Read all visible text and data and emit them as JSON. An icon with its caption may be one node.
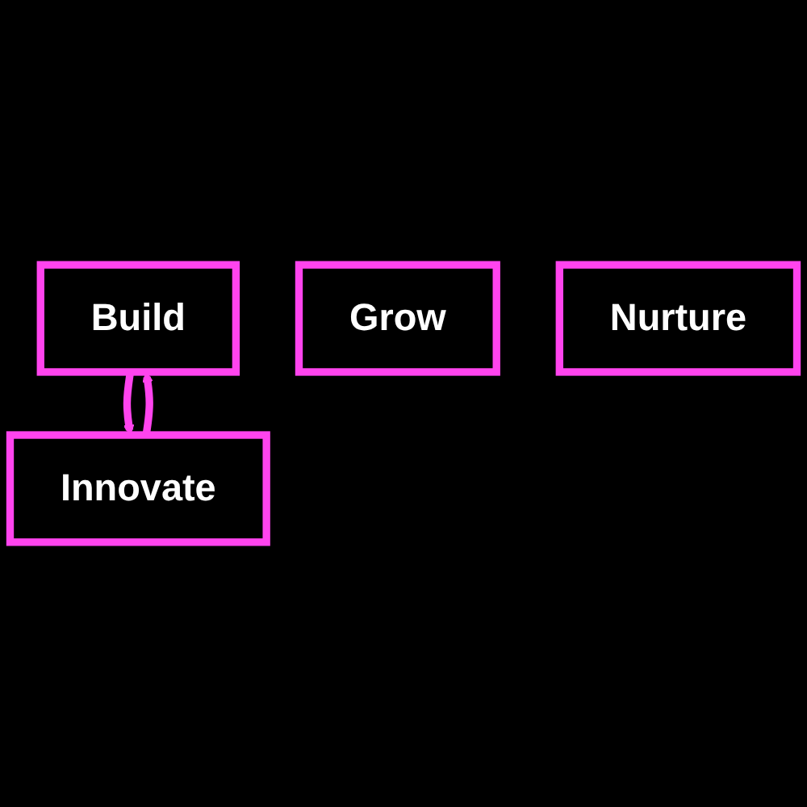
{
  "diagram": {
    "nodes": [
      {
        "text": [
          "Build"
        ]
      },
      {
        "text": [
          "Grow"
        ]
      },
      {
        "text": [
          "Nurture"
        ]
      },
      {
        "text": [
          "Innovate"
        ]
      }
    ],
    "edges": [
      {
        "from": 0,
        "to": 3,
        "arrow": "to"
      },
      {
        "from": 3,
        "to": 0,
        "arrow": "to"
      }
    ]
  }
}
